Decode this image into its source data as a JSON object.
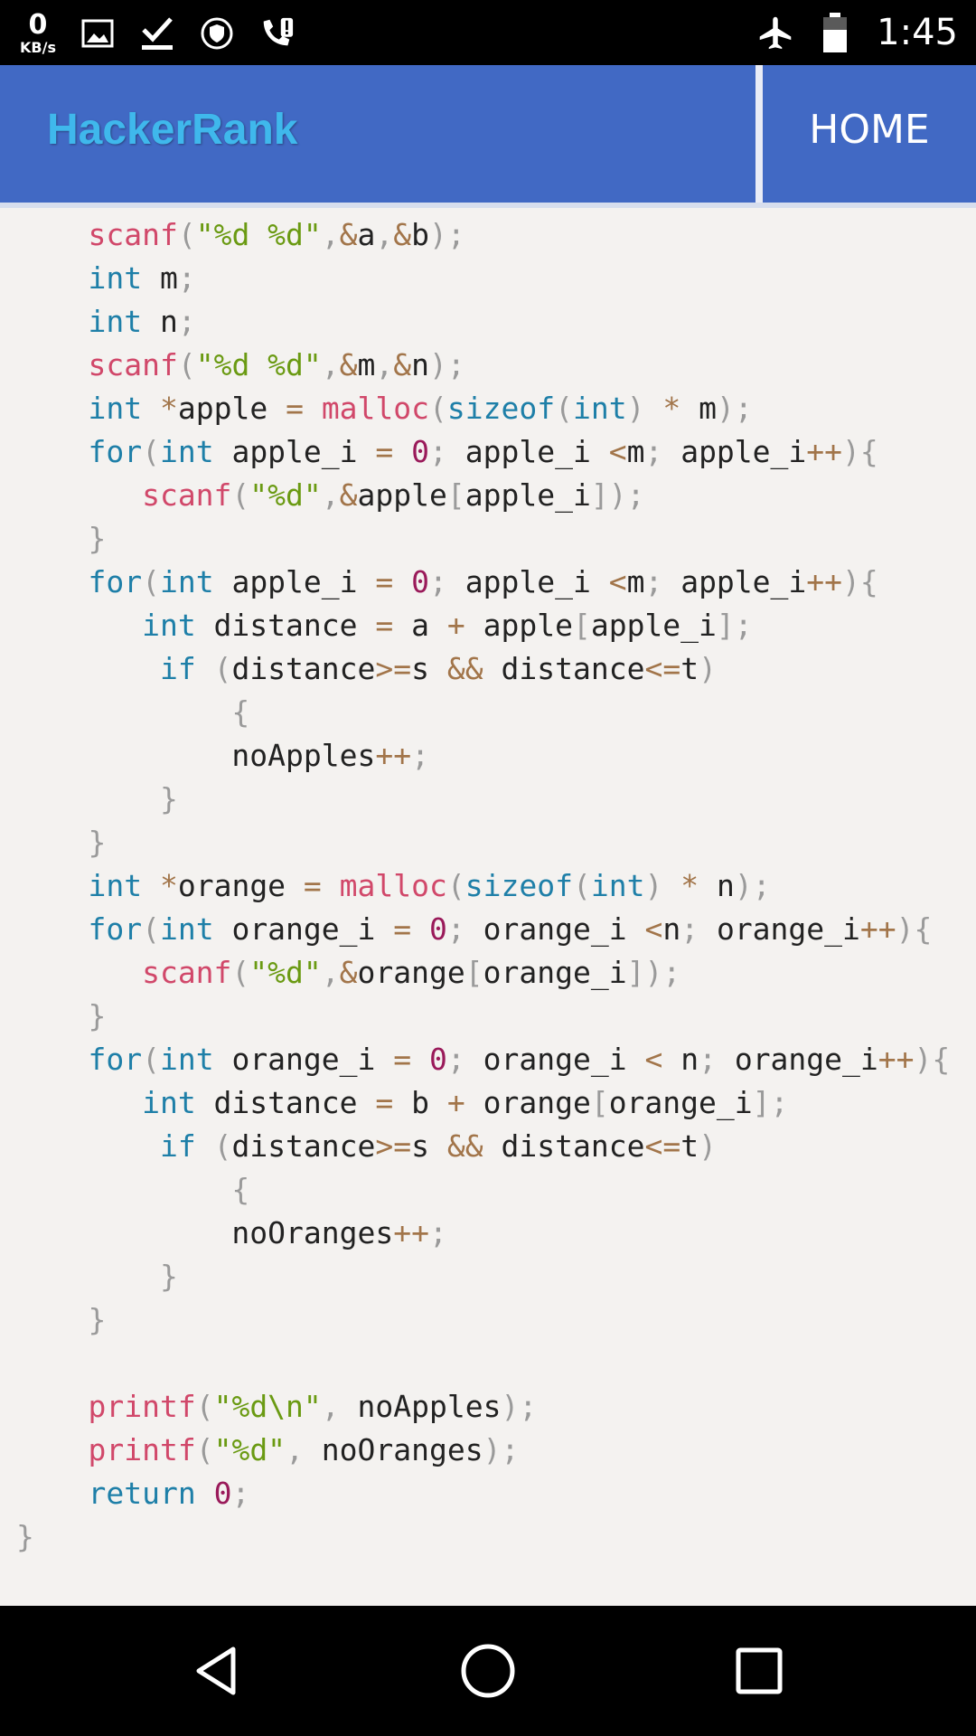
{
  "status_bar": {
    "speed_value": "0",
    "speed_unit": "KB/s",
    "time": "1:45",
    "icons_left": [
      "image-icon",
      "download-done-icon",
      "vpn-shield-icon",
      "missed-call-icon"
    ],
    "icons_right": [
      "airplane-mode-icon",
      "battery-icon"
    ]
  },
  "app_bar": {
    "title": "HackerRank",
    "home_label": "HOME",
    "background": "#4169c4",
    "title_color": "#3fb8ec"
  },
  "code": {
    "lines": [
      "    scanf(\"%d %d\",&a,&b);",
      "    int m;",
      "    int n;",
      "    scanf(\"%d %d\",&m,&n);",
      "    int *apple = malloc(sizeof(int) * m);",
      "    for(int apple_i = 0; apple_i <m; apple_i++){",
      "       scanf(\"%d\",&apple[apple_i]);",
      "    }",
      "    for(int apple_i = 0; apple_i <m; apple_i++){",
      "       int distance = a + apple[apple_i];",
      "        if (distance>=s && distance<=t)",
      "            {",
      "            noApples++;",
      "        }",
      "    }",
      "    int *orange = malloc(sizeof(int) * n);",
      "    for(int orange_i = 0; orange_i <n; orange_i++){",
      "       scanf(\"%d\",&orange[orange_i]);",
      "    }",
      "    for(int orange_i = 0; orange_i < n; orange_i++){",
      "       int distance = b + orange[orange_i];",
      "        if (distance>=s && distance<=t)",
      "            {",
      "            noOranges++;",
      "        }",
      "    }",
      "",
      "    printf(\"%d\\n\", noApples);",
      "    printf(\"%d\", noOranges);",
      "    return 0;",
      "}"
    ]
  },
  "nav_bar": {
    "buttons": [
      "back-icon",
      "home-circle-icon",
      "recents-square-icon"
    ]
  }
}
